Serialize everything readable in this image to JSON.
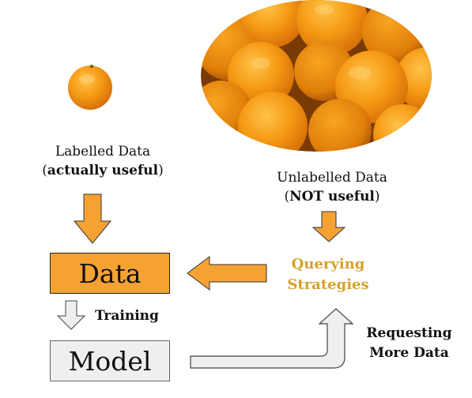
{
  "labelled": {
    "title": "Labelled Data",
    "note_open": "(",
    "note_bold": "actually useful",
    "note_close": ")"
  },
  "unlabelled": {
    "title": "Unlabelled Data",
    "note_open": "(",
    "note_bold": "NOT useful",
    "note_close": ")"
  },
  "boxes": {
    "data": "Data",
    "model": "Model"
  },
  "querying": {
    "line1": "Querying",
    "line2": "Strategies"
  },
  "training": "Training",
  "requesting": {
    "line1": "Requesting",
    "line2": "More Data"
  },
  "colors": {
    "orange": "#f5a233",
    "gold": "#d4a22a",
    "gray": "#efefef"
  }
}
